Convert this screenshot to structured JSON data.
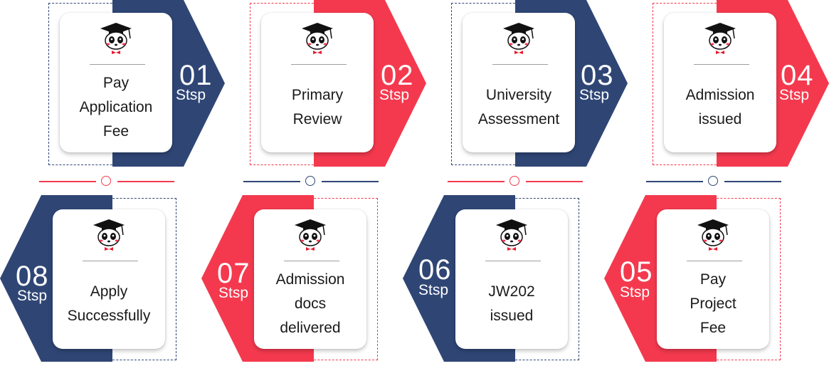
{
  "colors": {
    "navy": "#2f4675",
    "red": "#f4394e"
  },
  "steps": [
    {
      "id": "01",
      "number": "01",
      "suffix": "Stsp",
      "label": "Pay\nApplication\nFee",
      "color": "navy"
    },
    {
      "id": "02",
      "number": "02",
      "suffix": "Stsp",
      "label": "Primary\nReview",
      "color": "red"
    },
    {
      "id": "03",
      "number": "03",
      "suffix": "Stsp",
      "label": "University\nAssessment",
      "color": "navy"
    },
    {
      "id": "04",
      "number": "04",
      "suffix": "Stsp",
      "label": "Admission\nissued",
      "color": "red"
    },
    {
      "id": "05",
      "number": "05",
      "suffix": "Stsp",
      "label": "Pay\nProject\nFee",
      "color": "red"
    },
    {
      "id": "06",
      "number": "06",
      "suffix": "Stsp",
      "label": "JW202\nissued",
      "color": "navy"
    },
    {
      "id": "07",
      "number": "07",
      "suffix": "Stsp",
      "label": "Admission\ndocs\ndelivered",
      "color": "red"
    },
    {
      "id": "08",
      "number": "08",
      "suffix": "Stsp",
      "label": "Apply\nSuccessfully",
      "color": "navy"
    }
  ],
  "separators": [
    {
      "color": "red"
    },
    {
      "color": "navy"
    },
    {
      "color": "red"
    },
    {
      "color": "navy"
    }
  ],
  "icons": {
    "mascot": "panda-graduate-icon"
  }
}
